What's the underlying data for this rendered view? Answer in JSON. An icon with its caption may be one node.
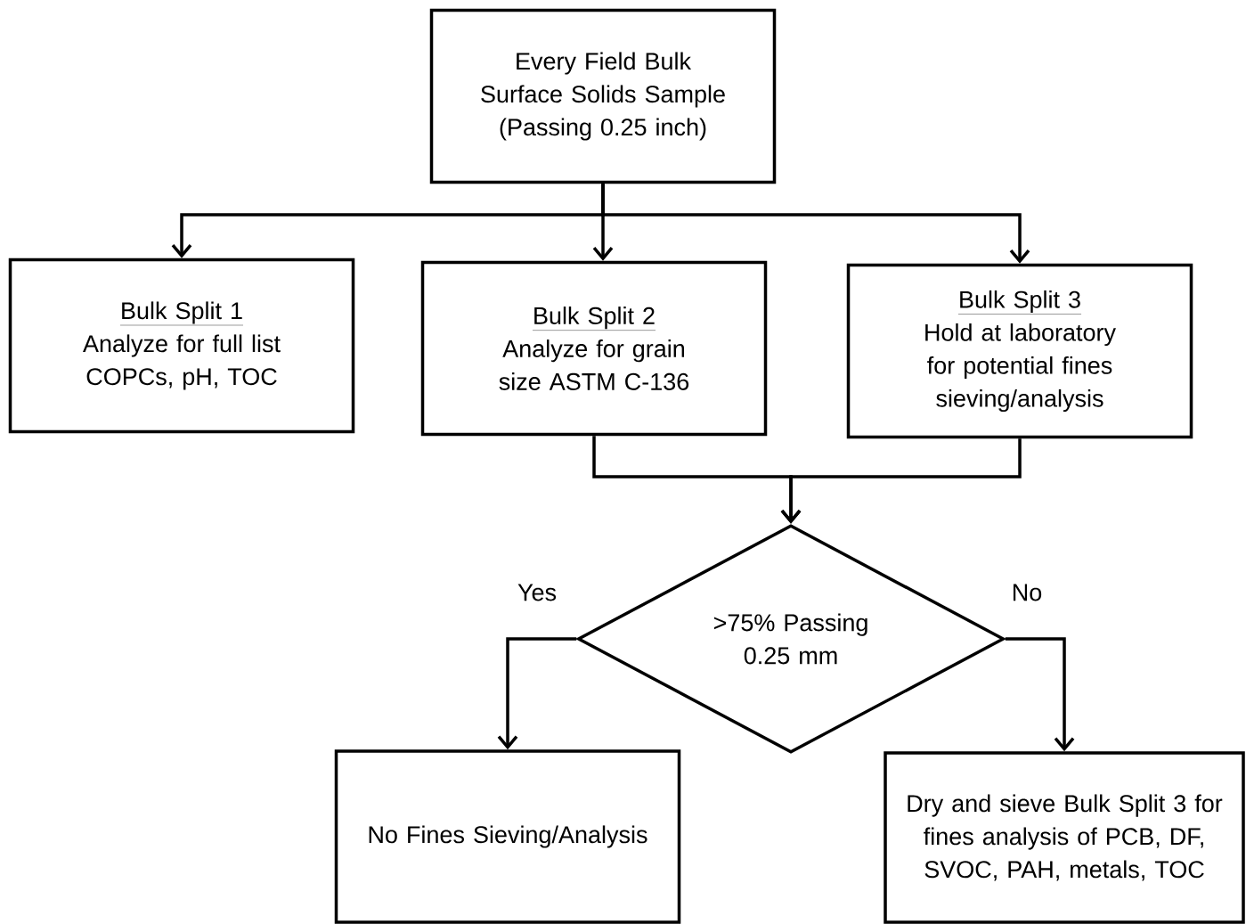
{
  "diagram": {
    "nodes": [
      {
        "text": [
          "Every Field Bulk Surface Solids Sample (Passing 0.25 inch)"
        ]
      },
      {
        "text": [
          "Bulk Split 1",
          "Analyze for full list COPCs, pH, TOC"
        ]
      },
      {
        "text": [
          "Bulk Split 2",
          "Analyze for grain size ASTM C-136"
        ]
      },
      {
        "text": [
          "Bulk Split 3",
          "Hold at laboratory for potential fines sieving/analysis"
        ]
      },
      {
        "text": [
          ">75% Passing 0.25 mm"
        ]
      },
      {
        "text": [
          "No Fines Sieving/Analysis"
        ]
      },
      {
        "text": [
          "Dry and sieve Bulk Split 3 for fines analysis of PCB, DF, SVOC, PAH, metals, TOC"
        ]
      }
    ],
    "edges": [
      {
        "from": 0,
        "to": 1,
        "arrow": "to"
      },
      {
        "from": 0,
        "to": 2,
        "arrow": "to"
      },
      {
        "from": 0,
        "to": 3,
        "arrow": "to"
      },
      {
        "from": 2,
        "to": 4,
        "arrow": "to"
      },
      {
        "from": 3,
        "to": 4,
        "arrow": "to"
      },
      {
        "from": 4,
        "to": 5,
        "arrow": "to",
        "label": "Yes"
      },
      {
        "from": 4,
        "to": 6,
        "arrow": "to",
        "label": "No"
      }
    ]
  }
}
